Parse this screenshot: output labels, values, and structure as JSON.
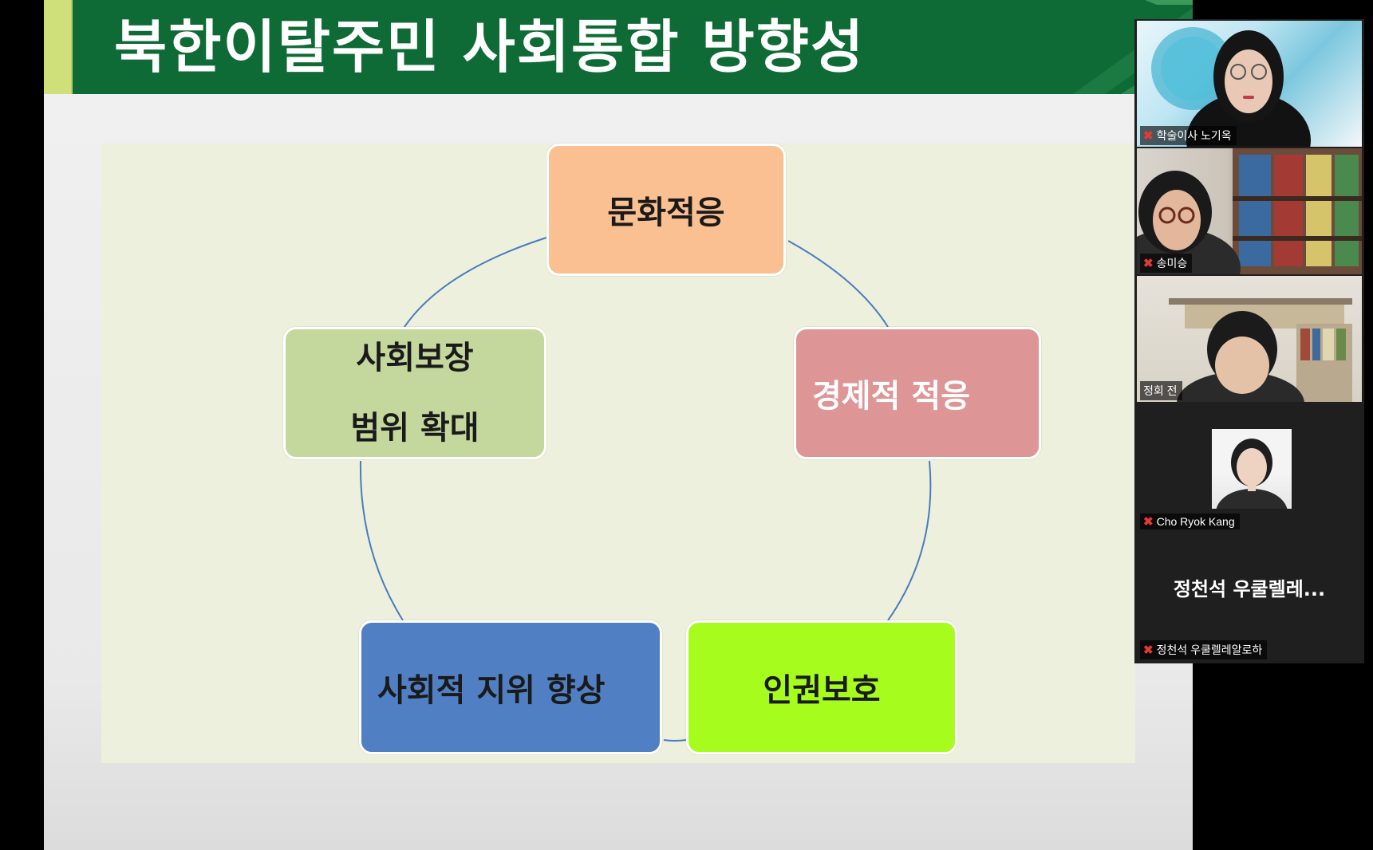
{
  "slide": {
    "title": "북한이탈주민 사회통합 방향성",
    "nodes": {
      "culture": "문화적응",
      "economic": "경제적 적응",
      "rights": "인권보호",
      "status": "사회적 지위 향상",
      "security_line1": "사회보장",
      "security_line2": "범위 확대"
    }
  },
  "colors": {
    "title_bar": "#0f6b36",
    "title_accent": "#cfe07a",
    "panel_bg": "#ecf0dc",
    "culture": "#fbc091",
    "economic": "#de9595",
    "rights": "#a6fc1c",
    "status": "#5080c3",
    "security": "#c4d89e",
    "cycle_line": "#4a7bbf",
    "mic_muted": "#e53935"
  },
  "participants": [
    {
      "name": "학술이사 노기옥",
      "muted": true,
      "mic_icon": "muted-mic-icon"
    },
    {
      "name": "송미승",
      "muted": true,
      "mic_icon": "muted-mic-icon"
    },
    {
      "name": "정회 전",
      "muted": false
    },
    {
      "name": "Cho Ryok Kang",
      "muted": true,
      "mic_icon": "muted-mic-icon"
    },
    {
      "name": "정천석 우쿨렐레알로하",
      "display_name": "정천석 우쿨렐레...",
      "muted": true,
      "mic_icon": "muted-mic-icon"
    }
  ]
}
